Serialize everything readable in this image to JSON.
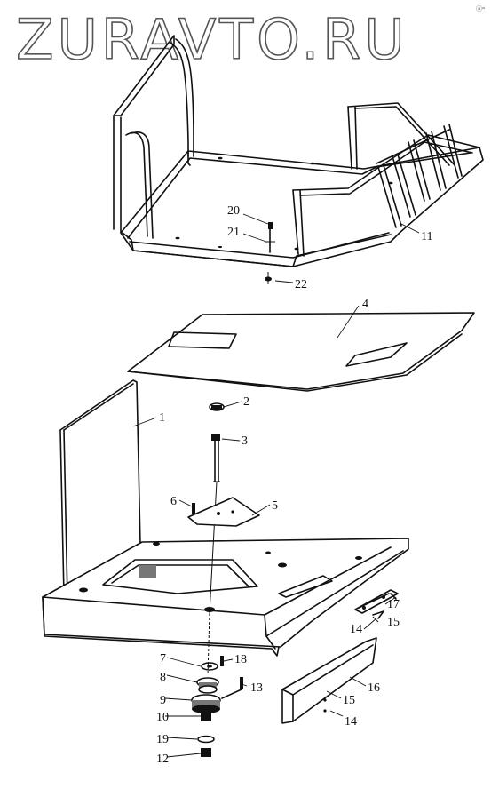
{
  "watermark": "ZURAVTO.RU",
  "corner_mark": "ⓐᵃᵗ",
  "callouts": [
    "1",
    "2",
    "3",
    "4",
    "5",
    "6",
    "7",
    "8",
    "9",
    "10",
    "11",
    "12",
    "13",
    "14",
    "14",
    "15",
    "15",
    "16",
    "17",
    "18",
    "19",
    "20",
    "21",
    "22"
  ]
}
